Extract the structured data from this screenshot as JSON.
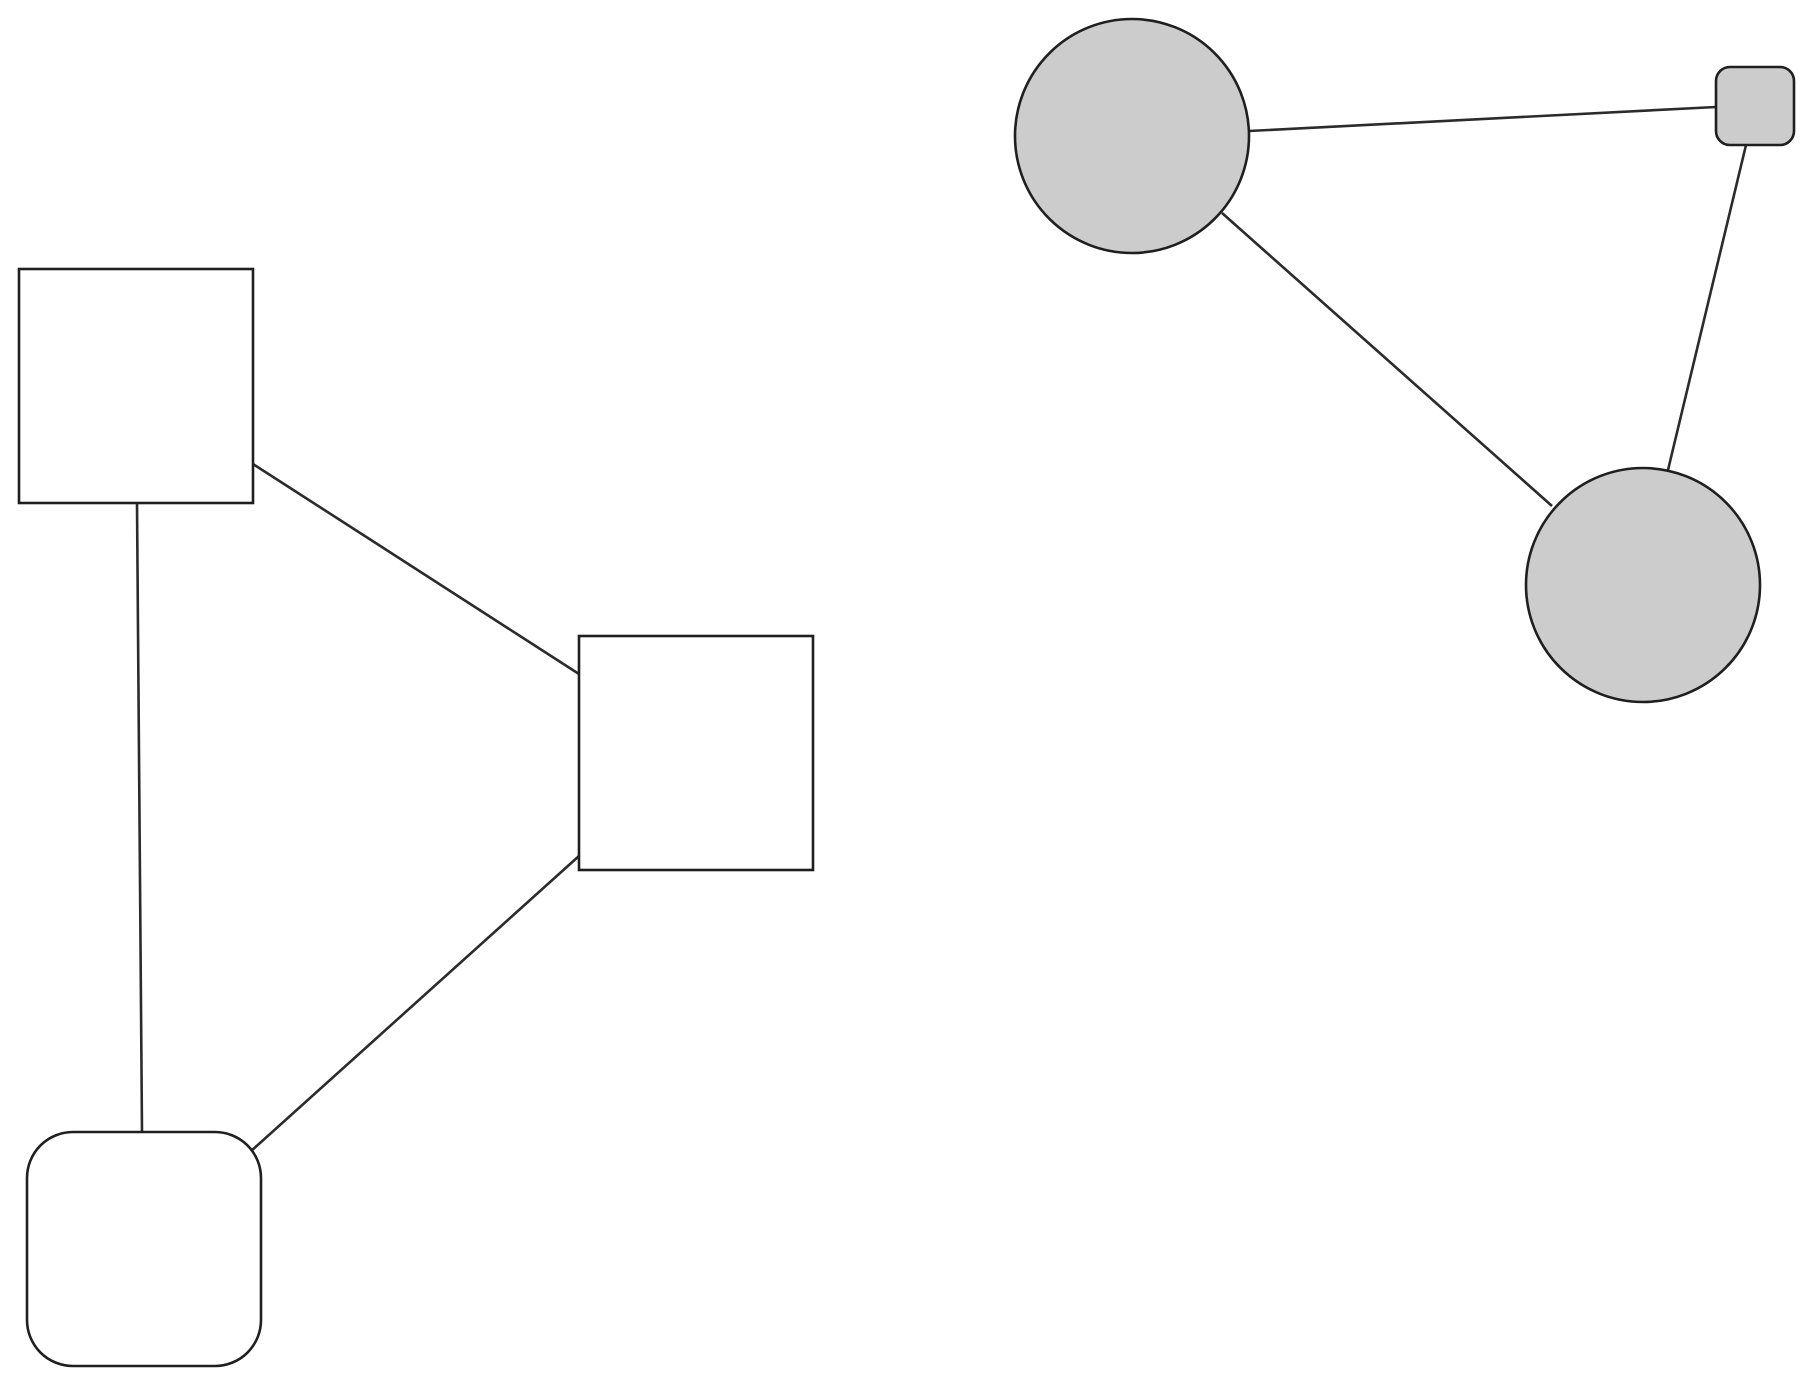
{
  "diagram": {
    "colors": {
      "background": "#ffffff",
      "stroke": "#1f1f1f",
      "edge": "#2b2b2b",
      "white_fill": "#ffffff",
      "gray_fill": "#cccccc"
    },
    "nodes": [
      {
        "id": "square-top-left",
        "shape": "square",
        "fill": "white"
      },
      {
        "id": "square-right",
        "shape": "square",
        "fill": "white"
      },
      {
        "id": "rounded-square-bottom-left",
        "shape": "rounded-square",
        "fill": "white"
      },
      {
        "id": "circle-top",
        "shape": "circle",
        "fill": "gray"
      },
      {
        "id": "small-rounded-square",
        "shape": "rounded-square",
        "fill": "gray"
      },
      {
        "id": "circle-bottom",
        "shape": "circle",
        "fill": "gray"
      }
    ],
    "edges": [
      {
        "from": "square-top-left",
        "to": "square-right"
      },
      {
        "from": "square-top-left",
        "to": "rounded-square-bottom-left"
      },
      {
        "from": "square-right",
        "to": "rounded-square-bottom-left"
      },
      {
        "from": "circle-top",
        "to": "small-rounded-square"
      },
      {
        "from": "circle-top",
        "to": "circle-bottom"
      },
      {
        "from": "small-rounded-square",
        "to": "circle-bottom"
      }
    ]
  }
}
